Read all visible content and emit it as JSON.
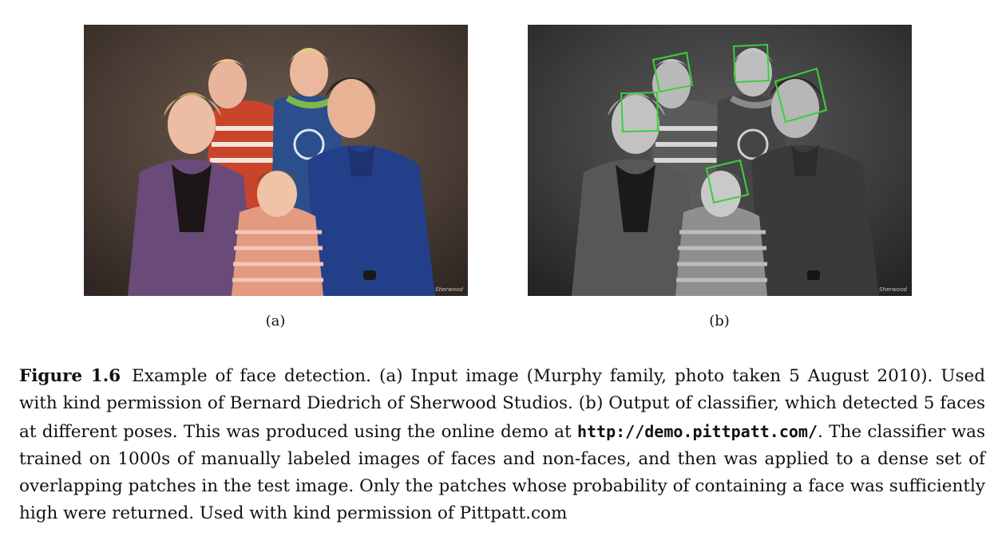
{
  "figure": {
    "panel_a_label": "(a)",
    "panel_b_label": "(b)",
    "photo_signature": "Sherwood",
    "caption": {
      "label": "Figure 1.6",
      "part1": "Example of face detection. (a) Input image (Murphy family, photo taken 5 August 2010). Used with kind permission of Bernard Diedrich of Sherwood Studios. (b) Output of classifier, which detected 5 faces at different poses. This was produced using the online demo at ",
      "url": "http://demo.pittpatt.com/",
      "part2": ". The classifier was trained on 1000s of manually labeled images of faces and non-faces, and then was applied to a dense set of overlapping patches in the test image. Only the patches whose probability of containing a face was sufficiently high were returned. Used with kind permission of Pittpatt.com"
    },
    "detection_box_color": "#3ccf3c",
    "detected_face_count": 5
  }
}
